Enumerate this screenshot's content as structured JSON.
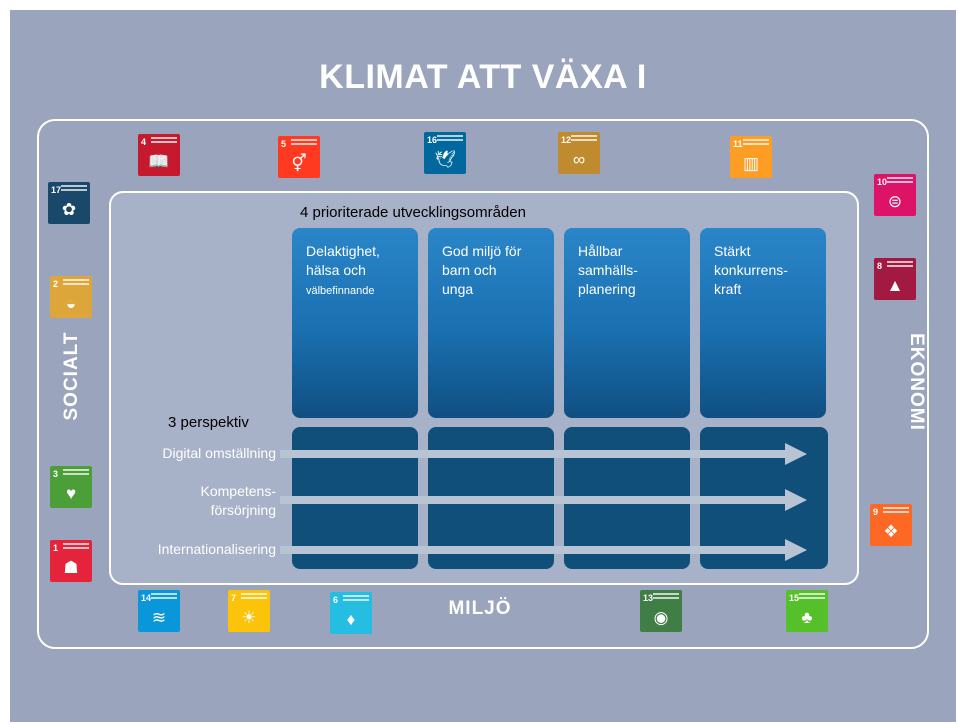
{
  "title": "KLIMAT ATT VÄXA I",
  "labels": {
    "socialt": "SOCIALT",
    "ekonomi": "EKONOMI",
    "miljo": "MILJÖ",
    "priority_heading": "4 prioriterade  utvecklingsområden",
    "perspective_heading": "3 perspektiv"
  },
  "priority_areas": [
    {
      "line1": "Delaktighet,",
      "line2": "hälsa och",
      "line3": "välbefinnande"
    },
    {
      "line1": "God miljö för",
      "line2": "barn och",
      "line3": "unga"
    },
    {
      "line1": "Hållbar",
      "line2": "samhälls-",
      "line3": "planering"
    },
    {
      "line1": "Stärkt",
      "line2": "konkurrens-",
      "line3": "kraft"
    }
  ],
  "perspectives": [
    {
      "line1": "Digital omställning",
      "line2": ""
    },
    {
      "line1": "Kompetens-",
      "line2": "försörjning"
    },
    {
      "line1": "Internationalisering",
      "line2": ""
    }
  ],
  "sdg_icons": [
    {
      "number": "4",
      "icon": "book-icon",
      "glyph": "📖",
      "color": "#c5192d"
    },
    {
      "number": "5",
      "icon": "gender-icon",
      "glyph": "⚥",
      "color": "#ff3a21"
    },
    {
      "number": "16",
      "icon": "dove-icon",
      "glyph": "🕊",
      "color": "#00689d"
    },
    {
      "number": "12",
      "icon": "infinity-icon",
      "glyph": "∞",
      "color": "#bf8b2e"
    },
    {
      "number": "11",
      "icon": "city-icon",
      "glyph": "▥",
      "color": "#fd9d24"
    },
    {
      "number": "17",
      "icon": "flower-icon",
      "glyph": "✿",
      "color": "#19486a"
    },
    {
      "number": "2",
      "icon": "bowl-icon",
      "glyph": "◒",
      "color": "#dda63a"
    },
    {
      "number": "3",
      "icon": "heartbeat-icon",
      "glyph": "♥",
      "color": "#4c9f38"
    },
    {
      "number": "1",
      "icon": "family-icon",
      "glyph": "☗",
      "color": "#e5243b"
    },
    {
      "number": "10",
      "icon": "equality-icon",
      "glyph": "⊜",
      "color": "#dd1367"
    },
    {
      "number": "8",
      "icon": "growth-icon",
      "glyph": "▲",
      "color": "#a21942"
    },
    {
      "number": "9",
      "icon": "cubes-icon",
      "glyph": "❖",
      "color": "#fd6925"
    },
    {
      "number": "14",
      "icon": "fish-icon",
      "glyph": "≋",
      "color": "#0a97d9"
    },
    {
      "number": "7",
      "icon": "sun-icon",
      "glyph": "☀",
      "color": "#fcc30b"
    },
    {
      "number": "6",
      "icon": "water-icon",
      "glyph": "♦",
      "color": "#26bde2"
    },
    {
      "number": "13",
      "icon": "eye-icon",
      "glyph": "◉",
      "color": "#3f7e44"
    },
    {
      "number": "15",
      "icon": "tree-icon",
      "glyph": "♣",
      "color": "#56c02b"
    }
  ]
}
